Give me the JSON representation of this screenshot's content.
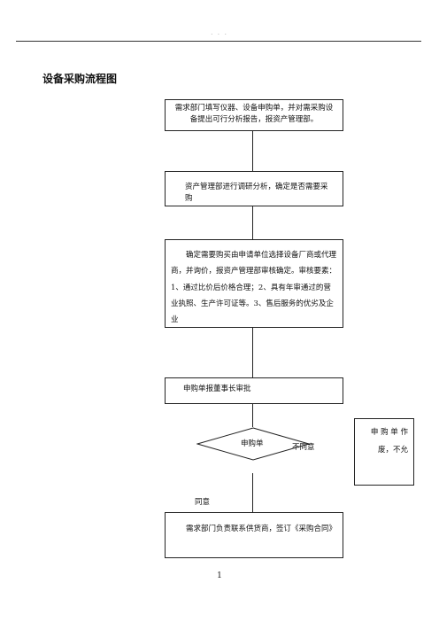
{
  "header": {
    "dots": "· · ·"
  },
  "title": "设备采购流程图",
  "steps": {
    "s1": "需求部门填写仪器、设备申购单，并对需采购设备提出可行分析报告，报资产管理部。",
    "s2": "资产管理部进行调研分析，确定是否需要采购",
    "s3": "确定需要购买由申请单位选择设备厂商或代理商，并询价，报资产管理部审核确定。审核要素：1、通过比价后价格合理；2、具有年审通过的营业执照、生产许可证等。3、售后服务的优劣及企业",
    "s4": "申购单报董事长审批",
    "decision": "申购单",
    "reject_label": "不同意",
    "reject_box": "申 购 单 作废，不允",
    "agree_label": "同意",
    "s5": "需求部门负责联系供货商，签订《采购合同》"
  },
  "page_number": "1"
}
